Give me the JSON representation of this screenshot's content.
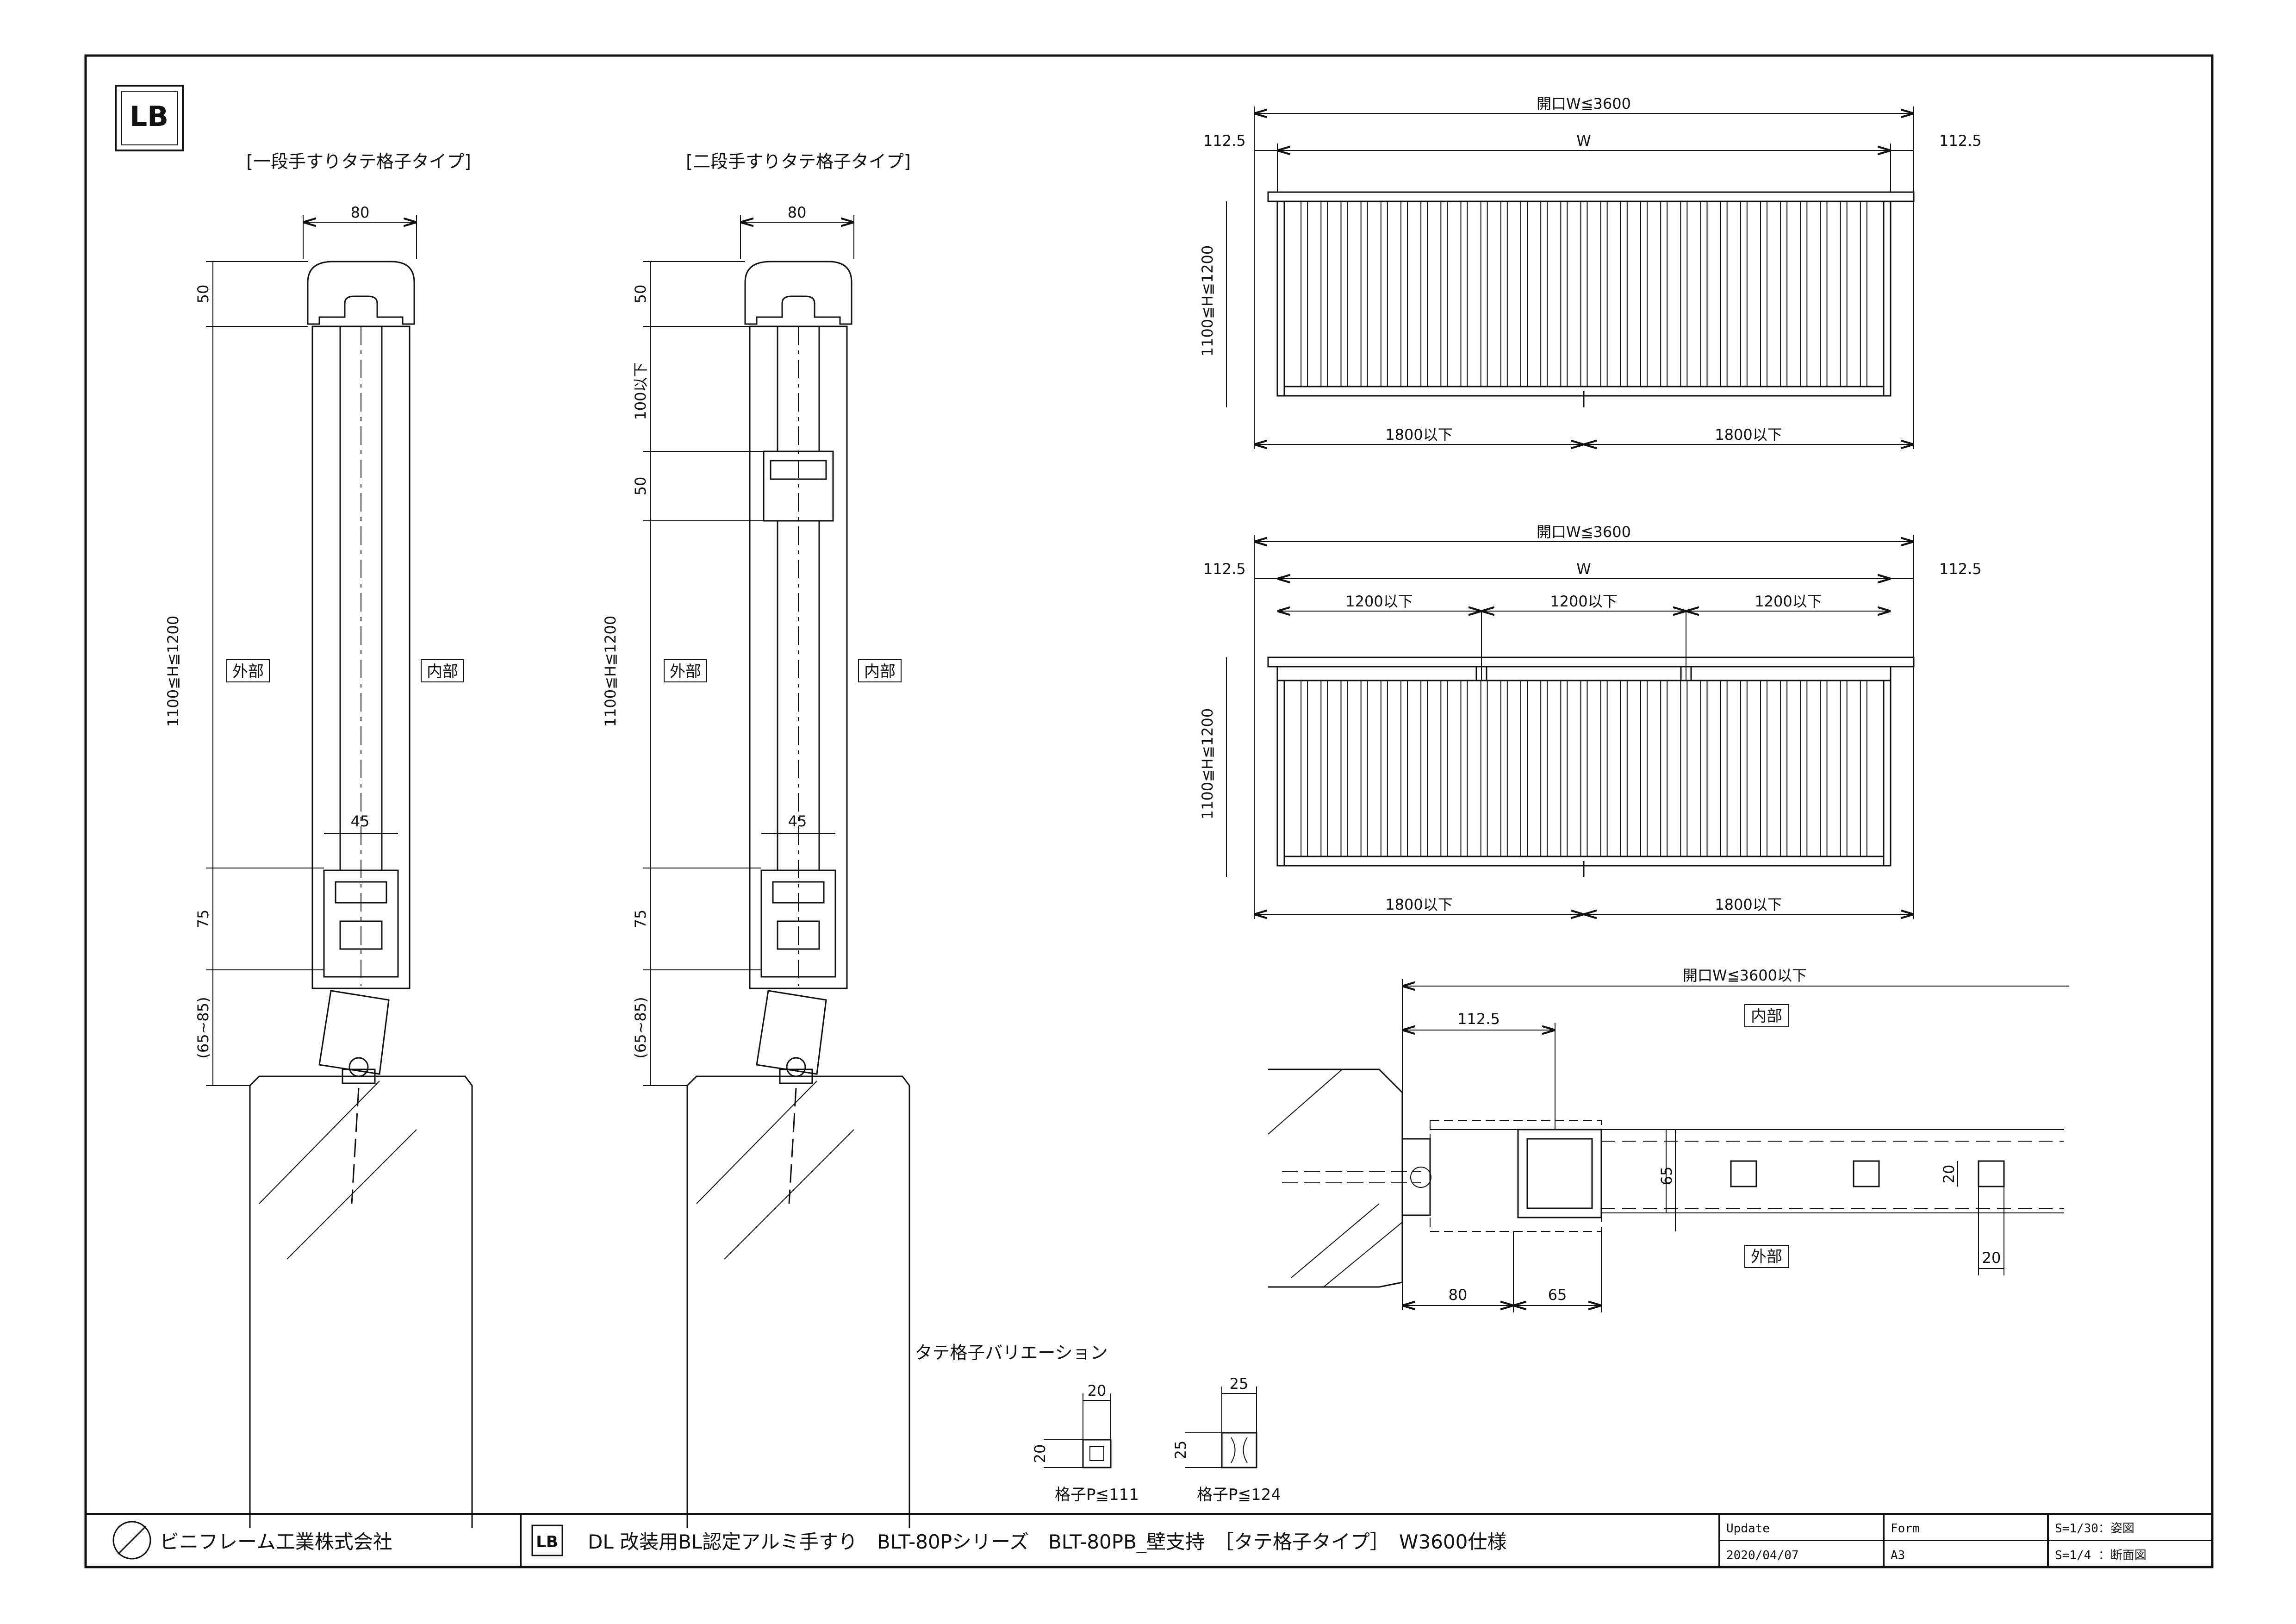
{
  "logo": "LB",
  "section_left": {
    "title": "[一段手すりタテ格子タイプ]",
    "dims": {
      "top_width": "80",
      "cap_height": "50",
      "height_range": "1100≦H≦1200",
      "base_width": "45",
      "base_height": "75",
      "anchor": "(65~85)"
    },
    "outer": "外部",
    "inner": "内部"
  },
  "section_right": {
    "title": "[二段手すりタテ格子タイプ]",
    "dims": {
      "top_width": "80",
      "cap_height": "50",
      "gap": "100以下",
      "mid_height": "50",
      "height_range": "1100≦H≦1200",
      "base_width": "45",
      "base_height": "75",
      "anchor": "(65~85)"
    },
    "outer": "外部",
    "inner": "内部"
  },
  "elevation_top": {
    "opening": "開口W≦3600",
    "side_left": "112.5",
    "w": "W",
    "side_right": "112.5",
    "height": "1100≦H≦1200",
    "span_left": "1800以下",
    "span_right": "1800以下"
  },
  "elevation_bottom": {
    "opening": "開口W≦3600",
    "side_left": "112.5",
    "w": "W",
    "side_right": "112.5",
    "span1": "1200以下",
    "span2": "1200以下",
    "span3": "1200以下",
    "height": "1100≦H≦1200",
    "span_left": "1800以下",
    "span_right": "1800以下"
  },
  "plan": {
    "opening": "開口W≦3600以下",
    "offset": "112.5",
    "inner": "内部",
    "outer": "外部",
    "depth": "65",
    "bar": "20",
    "bar_pitch": "20",
    "d1": "80",
    "d2": "65"
  },
  "variation": {
    "title": "タテ格子バリエーション",
    "a": {
      "w": "20",
      "h": "20",
      "label": "格子P≦111"
    },
    "b": {
      "w": "25",
      "h": "25",
      "label": "格子P≦124"
    }
  },
  "title_block": {
    "company": "ビニフレーム工業株式会社",
    "company_logo": "LB",
    "title": "DL 改装用BL認定アルミ手すり　BLT-80Pシリーズ　BLT-80PB_壁支持　［タテ格子タイプ］　W3600仕様",
    "update_label": "Update",
    "update_date": "2020/04/07",
    "form_label": "Form",
    "form_value": "A3",
    "scale1": "S=1/30：姿図",
    "scale2": "S=1/4 ：断面図"
  },
  "colors": {
    "line": "#1a1a1a",
    "paper": "#ffffff"
  }
}
